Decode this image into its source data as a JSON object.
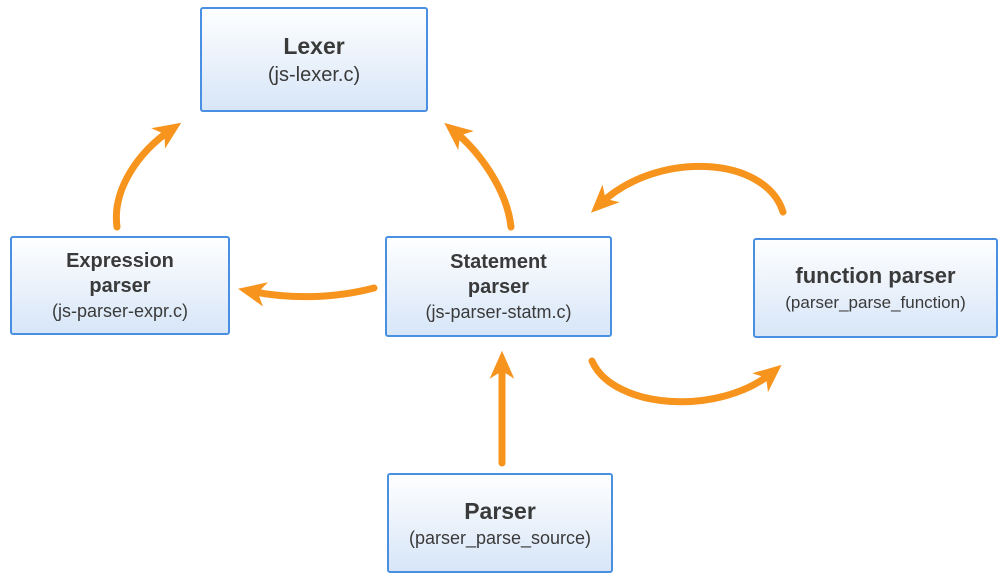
{
  "colors": {
    "background": "#ffffff",
    "arrow": "#f7941d",
    "box_border": "#4a90e2",
    "box_fill_top": "#feffff",
    "box_fill_bottom": "#d7e6f8",
    "text": "#3a3a3a"
  },
  "nodes": [
    {
      "id": "lexer",
      "title": "Lexer",
      "subtitle": "(js-lexer.c)"
    },
    {
      "id": "expression-parser",
      "title": "Expression parser",
      "subtitle": "(js-parser-expr.c)"
    },
    {
      "id": "statement-parser",
      "title": "Statement parser",
      "subtitle": "(js-parser-statm.c)"
    },
    {
      "id": "function-parser",
      "title": "function parser",
      "subtitle": "(parser_parse_function)"
    },
    {
      "id": "parser",
      "title": "Parser",
      "subtitle": "(parser_parse_source)"
    }
  ],
  "edges": [
    {
      "from": "expression-parser",
      "to": "lexer"
    },
    {
      "from": "statement-parser",
      "to": "lexer"
    },
    {
      "from": "statement-parser",
      "to": "expression-parser"
    },
    {
      "from": "function-parser",
      "to": "statement-parser"
    },
    {
      "from": "statement-parser",
      "to": "function-parser"
    },
    {
      "from": "parser",
      "to": "statement-parser"
    }
  ]
}
